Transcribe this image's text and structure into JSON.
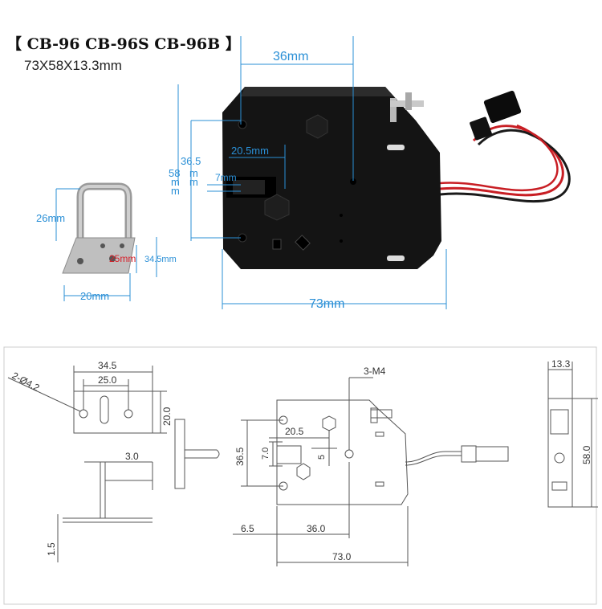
{
  "header": {
    "title": "【 CB-96 CB-96S CB-96B 】",
    "size": "73X58X13.3mm"
  },
  "photo_dims": {
    "width_36": "36mm",
    "height_36_5": "36.5",
    "height_58_a": "58",
    "height_58_b": "m",
    "height_58_c": "m",
    "mm_a": "m",
    "mm_b": "m",
    "off_20_5": "20.5mm",
    "off_7": "7mm",
    "length_73": "73mm",
    "bracket_26": "26mm",
    "bracket_25": "25mm",
    "bracket_34_5": "34.5mm",
    "bracket_20": "20mm"
  },
  "drawing_dims": {
    "d34_5": "34.5",
    "d25_0": "25.0",
    "d20_0": "20.0",
    "hole": "2-Ø4.2",
    "d3_0": "3.0",
    "d1_5": "1.5",
    "thread": "3-M4",
    "d20_5": "20.5",
    "d36_5": "36.5",
    "d7_0": "7.0",
    "d5": "5",
    "d6_5": "6.5",
    "d36_0": "36.0",
    "d73_0": "73.0",
    "d13_3": "13.3",
    "d58_0": "58.0"
  }
}
